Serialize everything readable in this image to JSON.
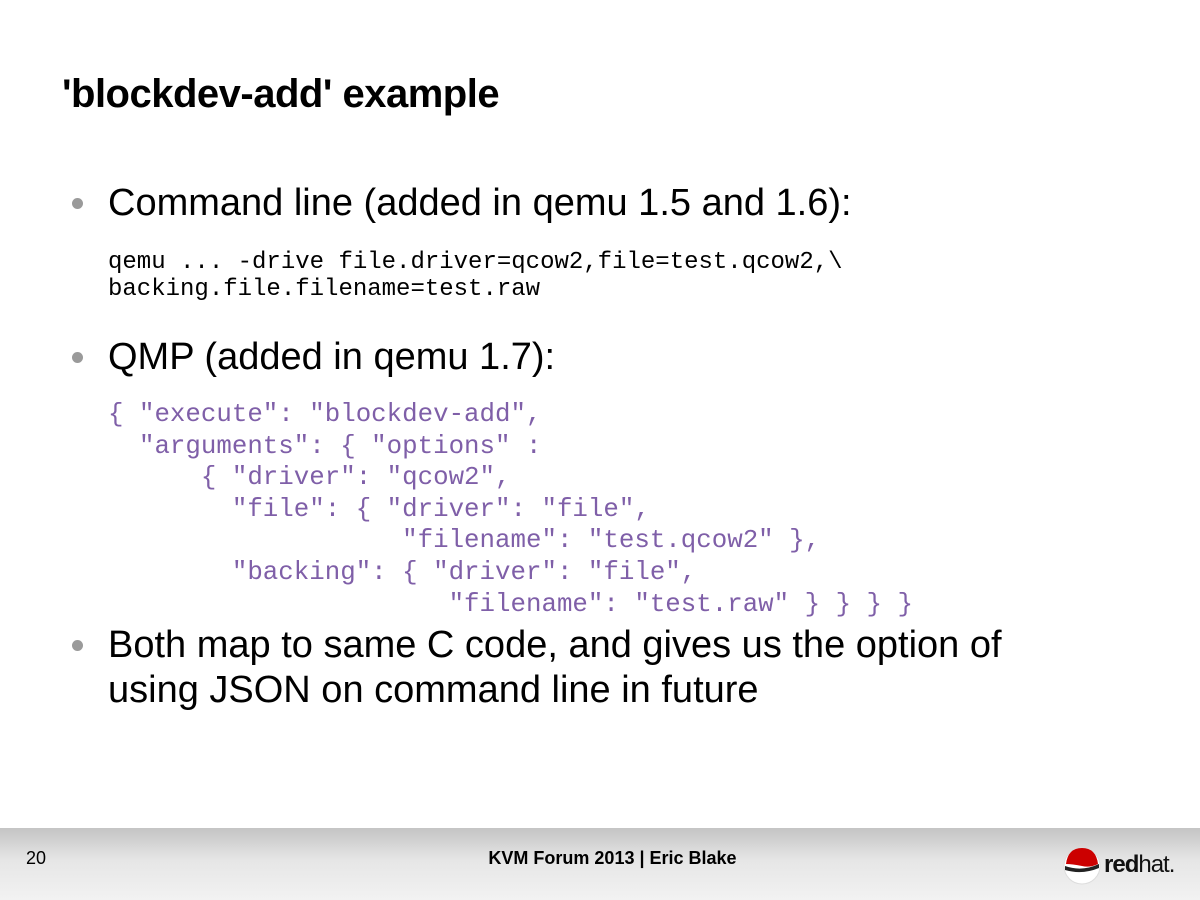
{
  "slide": {
    "title": "'blockdev-add' example",
    "bullets": [
      {
        "text": "Command line (added in qemu 1.5 and 1.6):"
      },
      {
        "text": "QMP (added in qemu 1.7):"
      },
      {
        "text_line1": "Both map to same C code, and gives us the option of",
        "text_line2": "using JSON on command line in future"
      }
    ],
    "command_line_code": [
      "qemu ... -drive file.driver=qcow2,file=test.qcow2,\\",
      "backing.file.filename=test.raw"
    ],
    "qmp_code": [
      "{ \"execute\": \"blockdev-add\",",
      "  \"arguments\": { \"options\" :",
      "      { \"driver\": \"qcow2\",",
      "        \"file\": { \"driver\": \"file\",",
      "                   \"filename\": \"test.qcow2\" },",
      "        \"backing\": { \"driver\": \"file\",",
      "                      \"filename\": \"test.raw\" } } } }"
    ],
    "qmp_code_color": "#7f5fa8"
  },
  "footer": {
    "page_number": "20",
    "text": "KVM Forum 2013 | Eric Blake",
    "logo_text_bold": "red",
    "logo_text_light": "hat.",
    "logo_icon": "redhat-shadowman-icon"
  }
}
